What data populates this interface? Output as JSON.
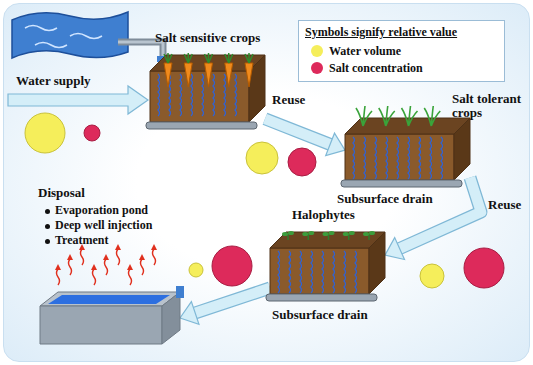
{
  "diagram": {
    "nodes": [
      {
        "text": [
          "Salt sensitive crops"
        ]
      },
      {
        "text": [
          "Salt tolerant crops",
          "Subsurface drain"
        ]
      },
      {
        "text": [
          "Halophytes",
          "Subsurface drain"
        ]
      },
      {
        "text": [
          "Disposal",
          "Evaporation pond",
          "Deep well injection",
          "Treatment"
        ]
      }
    ],
    "edges": [
      {
        "from": 0,
        "to": 1,
        "label": "Reuse",
        "arrow": "to"
      },
      {
        "from": 1,
        "to": 2,
        "label": "Reuse",
        "arrow": "to"
      },
      {
        "from": 2,
        "to": 3,
        "arrow": "to"
      }
    ],
    "labels": [
      "Water supply",
      "Symbols signify relative value"
    ],
    "legend": [
      {
        "text": "Water volume",
        "color": "#f5ee5b"
      },
      {
        "text": "Salt concentration",
        "color": "#dd2a5b"
      }
    ]
  }
}
